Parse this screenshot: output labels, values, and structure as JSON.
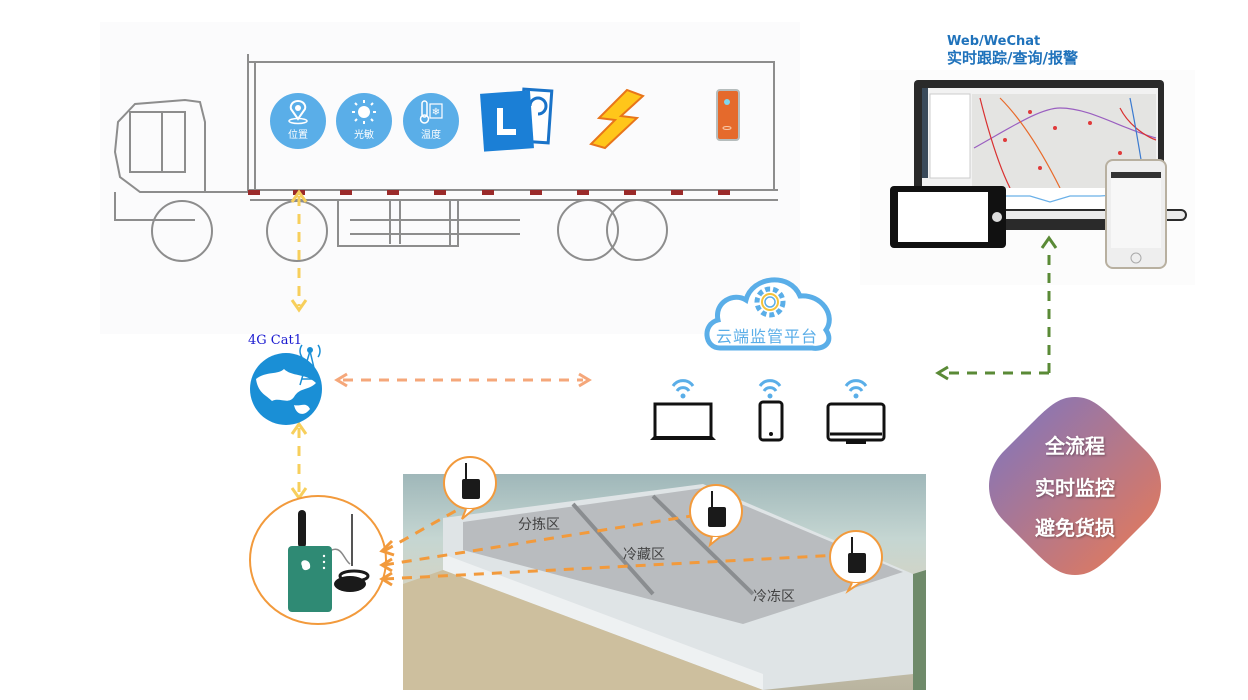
{
  "truck": {
    "sensors": [
      {
        "icon": "location-pin-icon",
        "label": "位置"
      },
      {
        "icon": "light-sun-icon",
        "label": "光敏"
      },
      {
        "icon": "thermometer-snow-icon",
        "label": "温度"
      }
    ],
    "extra_icons": [
      "card-reader-icon",
      "lightning-icon",
      "device-terminal-icon"
    ]
  },
  "web": {
    "title_line1": "Web/WeChat",
    "title_line2": "实时跟踪/查询/报警"
  },
  "cloud": {
    "label": "云端监管平台",
    "clients": [
      "laptop-icon",
      "phone-icon",
      "monitor-icon"
    ]
  },
  "network": {
    "label": "4G Cat1"
  },
  "warehouse": {
    "zones": [
      "分拣区",
      "冷藏区",
      "冷冻区"
    ]
  },
  "badge": {
    "lines": [
      "全流程",
      "实时监控",
      "避免货损"
    ]
  },
  "colors": {
    "sensor_blue": "#5aaee8",
    "arrow_yellow": "#f7cf5c",
    "arrow_orange": "#f5a77a",
    "arrow_green": "#5a8a36",
    "link_orange": "#f29a3c",
    "web_blue": "#1f72bb",
    "badge_from": "#7a75c4",
    "badge_to": "#ec7a52"
  }
}
